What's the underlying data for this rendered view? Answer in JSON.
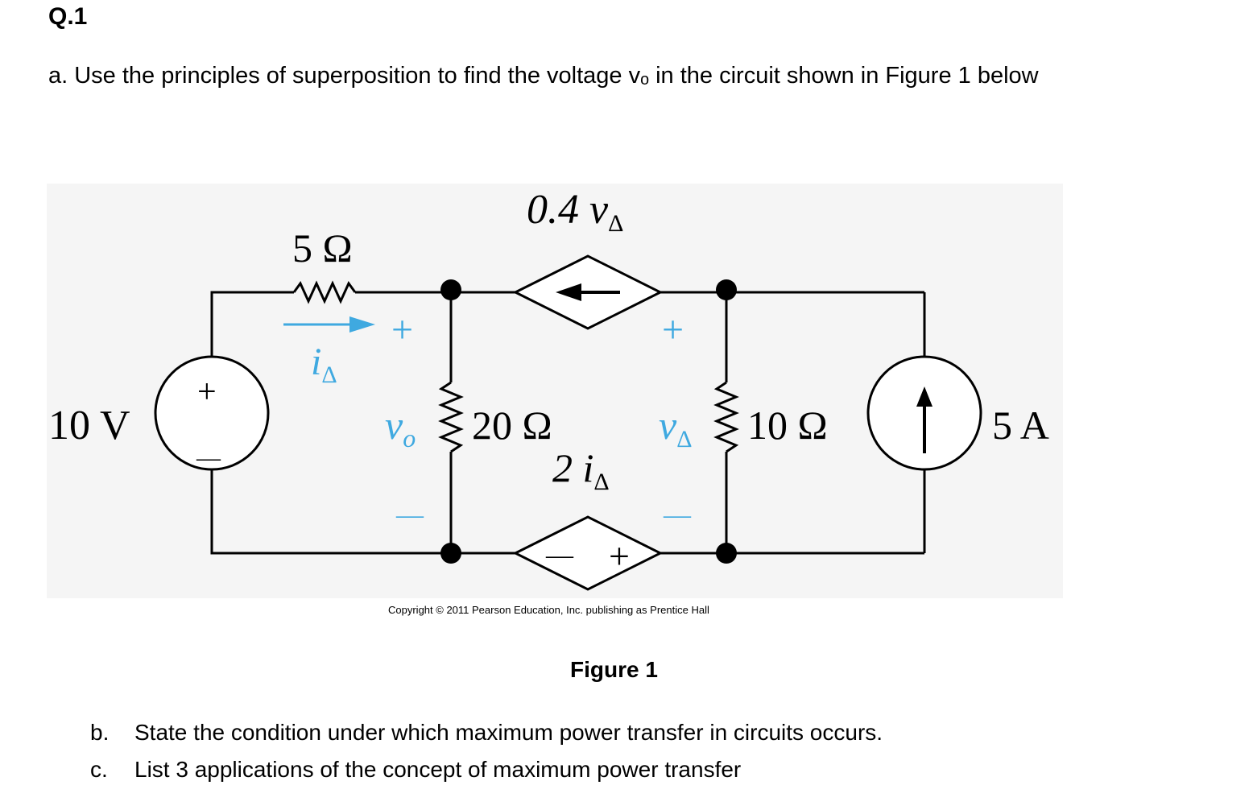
{
  "heading": "Q.1",
  "question_a": "a. Use the principles of superposition to find the voltage vₒ in the circuit shown in Figure 1 below",
  "figure": {
    "labels": {
      "r1": "5 Ω",
      "dep_current": "0.4 v",
      "dep_current_sub": "Δ",
      "ia": "i",
      "ia_sub": "Δ",
      "plus_vo": "+",
      "plus_vdelta": "+",
      "v_source": "10 V",
      "vs_plus": "+",
      "vs_minus": "—",
      "vo": "v",
      "vo_sub": "o",
      "r2": "20 Ω",
      "vd": "v",
      "vd_sub": "Δ",
      "r3": "10 Ω",
      "i_source": "5 A",
      "dep_voltage": "2 i",
      "dep_voltage_sub": "Δ",
      "minus_vo": "—",
      "minus_vdelta": "—",
      "dep_v_minus": "—",
      "dep_v_plus": "+"
    },
    "copyright": "Copyright © 2011 Pearson Education, Inc. publishing as Prentice Hall",
    "caption": "Figure 1"
  },
  "items": [
    {
      "marker": "b.",
      "text": "State the condition under which maximum power transfer in circuits occurs."
    },
    {
      "marker": "c.",
      "text": "List 3 applications of the concept of maximum power transfer"
    }
  ],
  "colors": {
    "accent_blue": "#3fa9e0",
    "panel_bg": "#f5f5f5",
    "wire": "#000000"
  }
}
